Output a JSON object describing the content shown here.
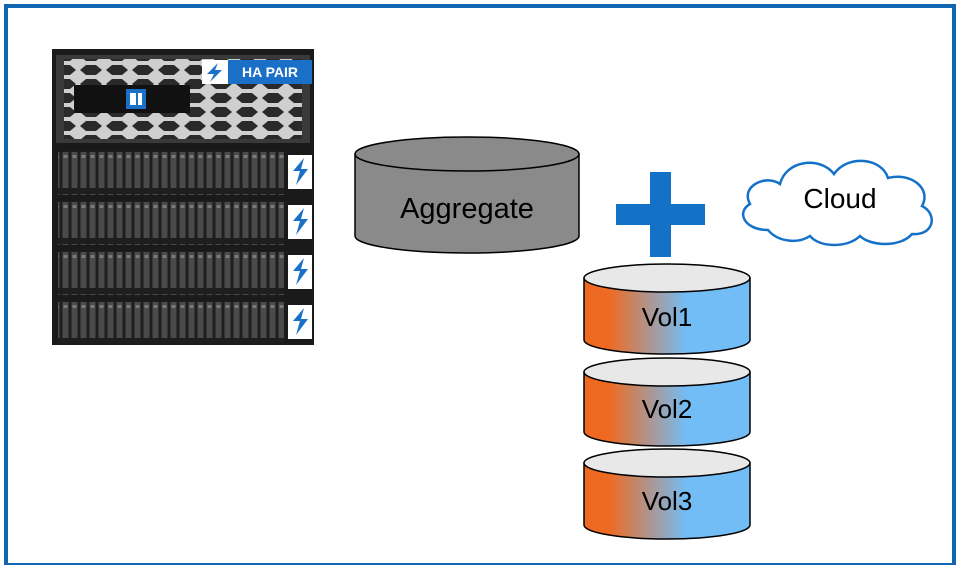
{
  "storage_system": {
    "badge_label": "HA PAIR",
    "shelf_count": 4,
    "accent_color": "#1a6fc7"
  },
  "aggregate": {
    "label": "Aggregate",
    "color": "#8a8a8a"
  },
  "plus_sign": {
    "color": "#1471c8"
  },
  "cloud": {
    "label": "Cloud",
    "outline_color": "#1471c8"
  },
  "volumes": [
    {
      "label": "Vol1"
    },
    {
      "label": "Vol2"
    },
    {
      "label": "Vol3"
    }
  ],
  "volume_gradient": {
    "left_color": "#ee6a22",
    "right_color": "#72bdf6"
  }
}
